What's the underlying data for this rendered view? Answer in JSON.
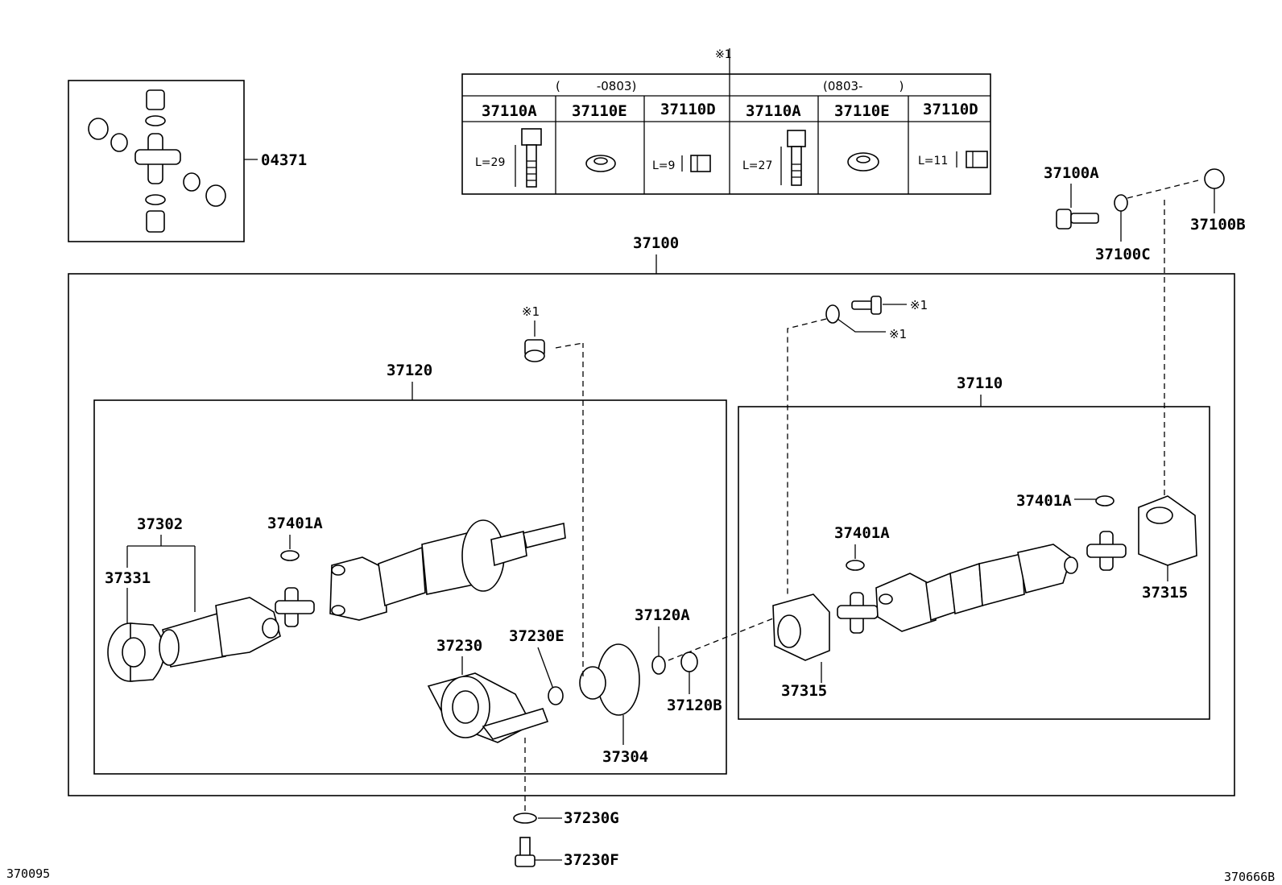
{
  "table": {
    "marker": "※1",
    "group_left": "(　　　-0803)",
    "group_right": "(0803-　　　)",
    "columns": [
      "37110A",
      "37110E",
      "37110D",
      "37110A",
      "37110E",
      "37110D"
    ],
    "dims": [
      "L=29",
      "",
      "L=9",
      "L=27",
      "",
      "L=11"
    ]
  },
  "labels": {
    "p04371": "04371",
    "p37100": "37100",
    "p37100A": "37100A",
    "p37100B": "37100B",
    "p37100C": "37100C",
    "p37120": "37120",
    "p37110": "37110",
    "p37302": "37302",
    "p37331": "37331",
    "p37401A_1": "37401A",
    "p37401A_2": "37401A",
    "p37401A_3": "37401A",
    "p37230": "37230",
    "p37230E": "37230E",
    "p37120A": "37120A",
    "p37120B": "37120B",
    "p37304": "37304",
    "p37315_1": "37315",
    "p37315_2": "37315",
    "p37230G": "37230G",
    "p37230F": "37230F",
    "ref1": "※1",
    "ref2": "※1",
    "ref3": "※1"
  },
  "corners": {
    "left": "370095",
    "right": "370666B"
  }
}
